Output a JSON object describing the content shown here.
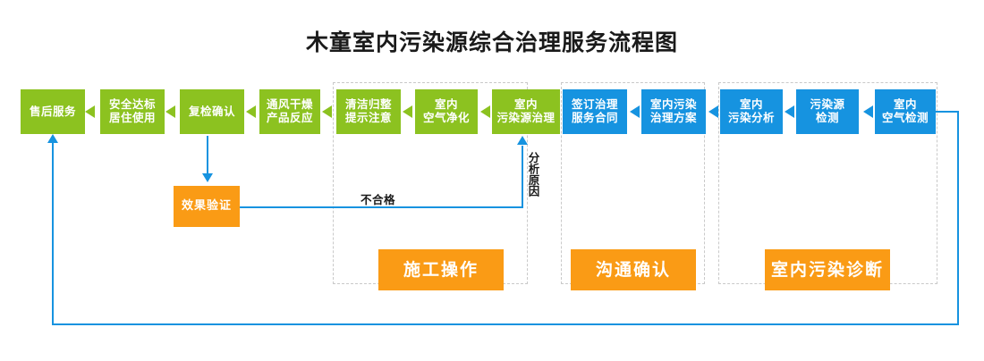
{
  "title": "木童室内污染源综合治理服务流程图",
  "colors": {
    "green": "#8CC220",
    "blue": "#1693E0",
    "orange": "#FA9B15",
    "connector": "#1693E0",
    "group_border": "#c9c9c9",
    "title_text": "#1a1a1a",
    "node_text": "#ffffff"
  },
  "groups": [
    {
      "name": "construction-group",
      "phase_label": "施工操作"
    },
    {
      "name": "communication-group",
      "phase_label": "沟通确认"
    },
    {
      "name": "diagnosis-group",
      "phase_label": "室内污染诊断"
    }
  ],
  "phases": {
    "construction": "施工操作",
    "communication": "沟通确认",
    "diagnosis": "室内污染诊断"
  },
  "green_steps": [
    {
      "id": "after-sales-service",
      "label": "售后服务"
    },
    {
      "id": "safe-standard-occupancy",
      "label": "安全达标\n居住使用"
    },
    {
      "id": "recheck-confirmation",
      "label": "复检确认"
    },
    {
      "id": "ventilation-drying-product-reaction",
      "label": "通风干燥\n产品反应"
    },
    {
      "id": "cleaning-tidy-reminder",
      "label": "清洁归整\n提示注意"
    },
    {
      "id": "indoor-air-purification",
      "label": "室内\n空气净化"
    },
    {
      "id": "indoor-pollution-source-treatment",
      "label": "室内\n污染源治理"
    }
  ],
  "blue_steps": [
    {
      "id": "sign-treatment-service-contract",
      "label": "签订治理\n服务合同"
    },
    {
      "id": "indoor-pollution-treatment-plan",
      "label": "室内污染\n治理方案"
    },
    {
      "id": "indoor-pollution-analysis",
      "label": "室内\n污染分析"
    },
    {
      "id": "pollution-source-detection",
      "label": "污染源\n检测"
    },
    {
      "id": "indoor-air-detection",
      "label": "室内\n空气检测"
    }
  ],
  "decision": {
    "id": "effect-verification",
    "label": "效果验证"
  },
  "edge_labels": {
    "fail": "不合格",
    "analyze_cause": "分析原因"
  }
}
